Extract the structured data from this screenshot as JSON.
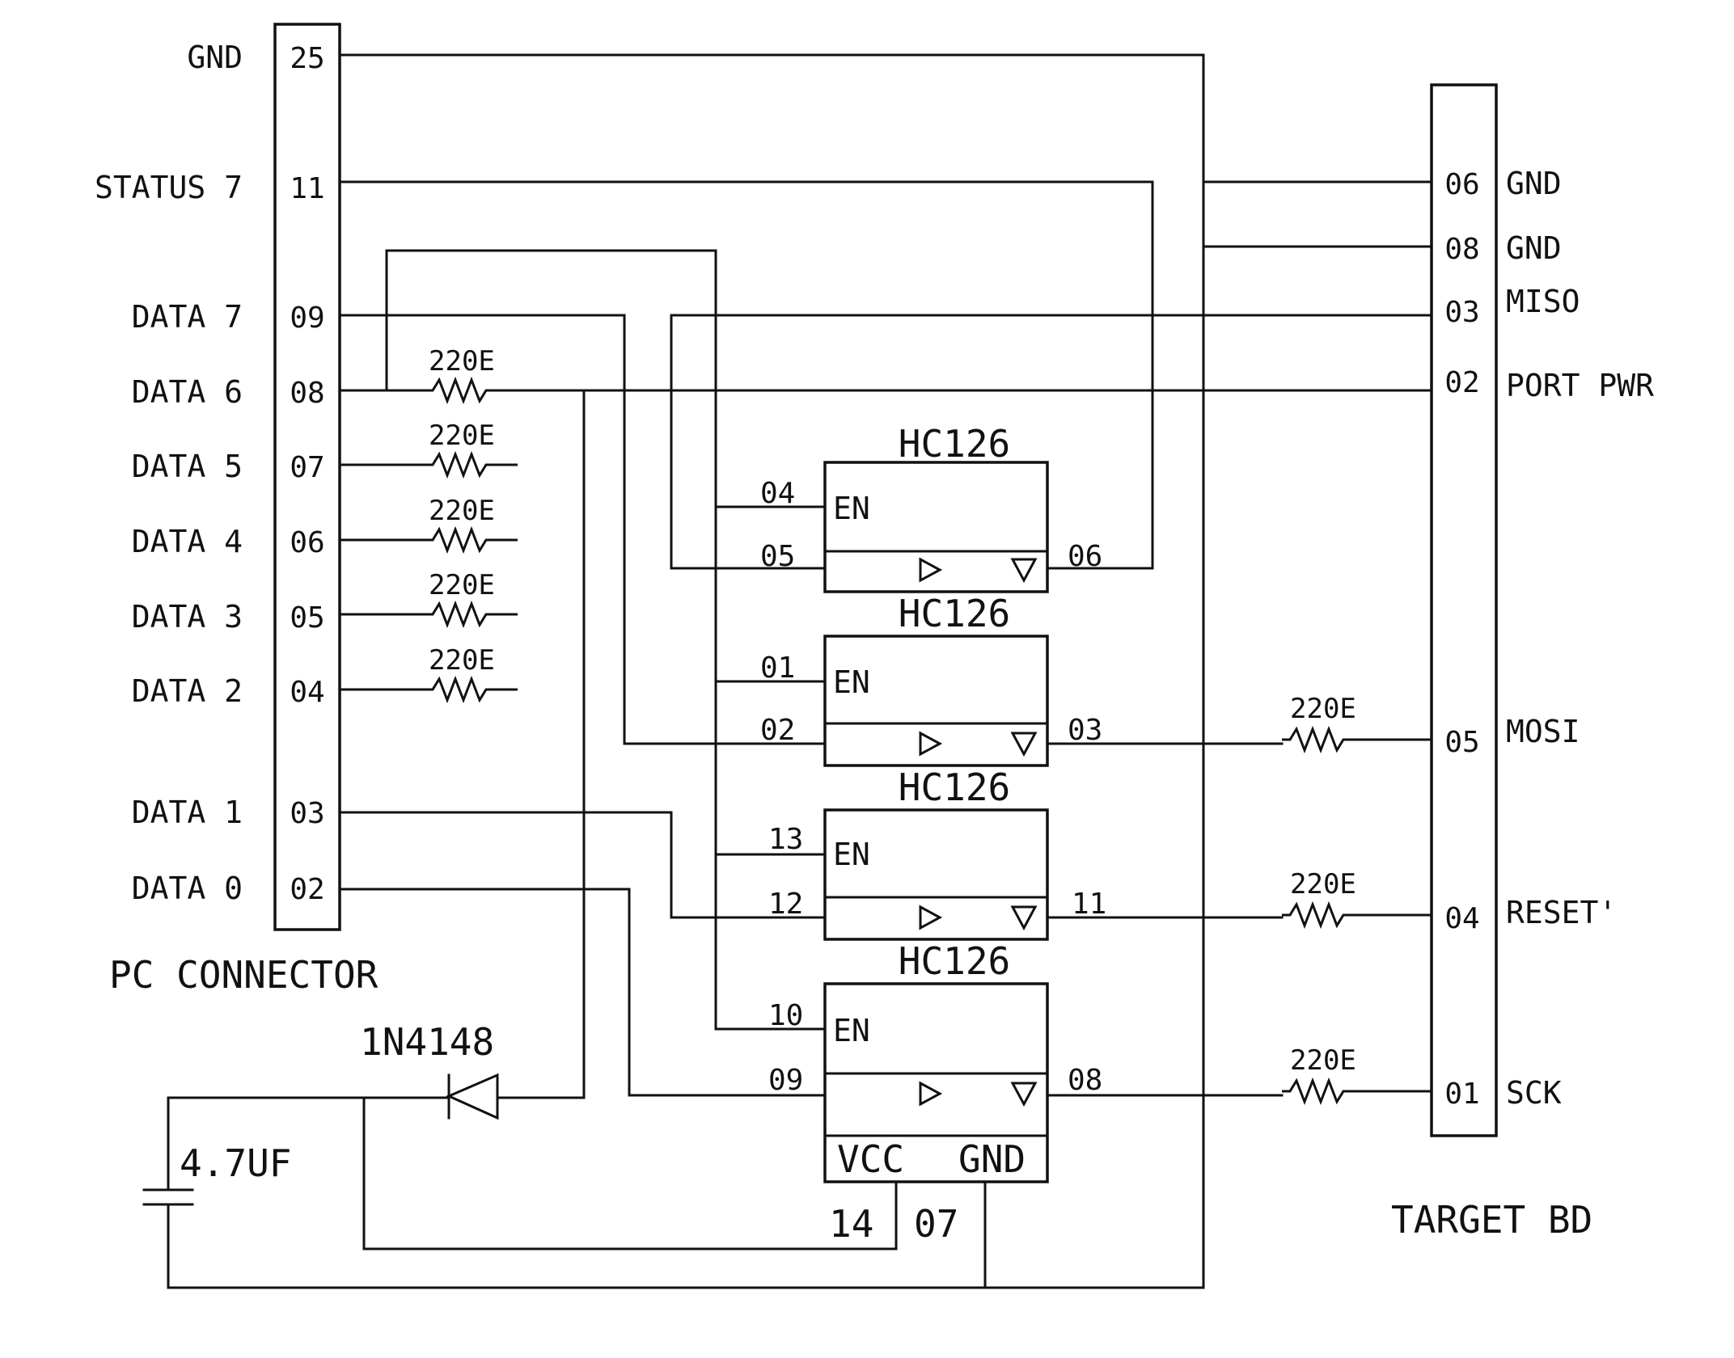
{
  "pc_connector": {
    "title": "PC CONNECTOR",
    "pins": [
      {
        "label": "GND",
        "pin": "25"
      },
      {
        "label": "STATUS 7",
        "pin": "11"
      },
      {
        "label": "DATA 7",
        "pin": "09"
      },
      {
        "label": "DATA 6",
        "pin": "08"
      },
      {
        "label": "DATA 5",
        "pin": "07"
      },
      {
        "label": "DATA 4",
        "pin": "06"
      },
      {
        "label": "DATA 3",
        "pin": "05"
      },
      {
        "label": "DATA 2",
        "pin": "04"
      },
      {
        "label": "DATA 1",
        "pin": "03"
      },
      {
        "label": "DATA 0",
        "pin": "02"
      }
    ]
  },
  "target_bd": {
    "title": "TARGET BD",
    "pins": [
      {
        "pin": "06",
        "label": "GND"
      },
      {
        "pin": "08",
        "label": "GND"
      },
      {
        "pin": "03",
        "label": "MISO"
      },
      {
        "pin": "02",
        "label": "PORT PWR"
      },
      {
        "pin": "05",
        "label": "MOSI"
      },
      {
        "pin": "04",
        "label": "RESET'"
      },
      {
        "pin": "01",
        "label": "SCK"
      }
    ]
  },
  "resistor_label": "220E",
  "buffers": [
    {
      "name": "HC126",
      "en_label": "EN",
      "en_pin": "04",
      "in_pin": "05",
      "out_pin": "06"
    },
    {
      "name": "HC126",
      "en_label": "EN",
      "en_pin": "01",
      "in_pin": "02",
      "out_pin": "03"
    },
    {
      "name": "HC126",
      "en_label": "EN",
      "en_pin": "13",
      "in_pin": "12",
      "out_pin": "11"
    },
    {
      "name": "HC126",
      "en_label": "EN",
      "en_pin": "10",
      "in_pin": "09",
      "out_pin": "08"
    }
  ],
  "power": {
    "vcc_label": "VCC",
    "gnd_label": "GND",
    "vcc_pin": "14",
    "gnd_pin": "07"
  },
  "diode_label": "1N4148",
  "capacitor_label": "4.7UF"
}
